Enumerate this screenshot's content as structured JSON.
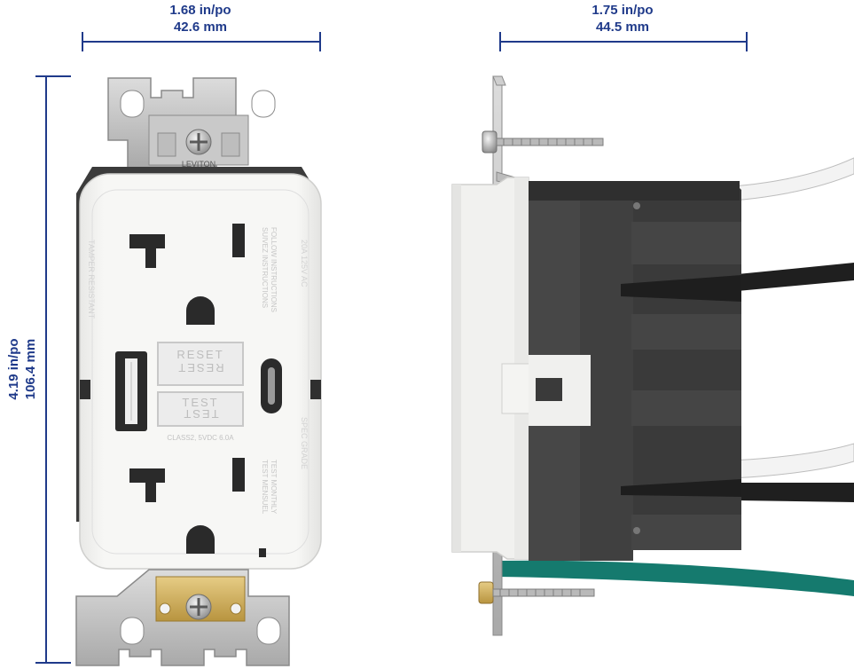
{
  "dimensions": {
    "front_width": {
      "imperial": "1.68 in/po",
      "metric": "42.6 mm"
    },
    "side_depth": {
      "imperial": "1.75 in/po",
      "metric": "44.5 mm"
    },
    "height": {
      "imperial": "4.19 in/po",
      "metric": "106.4 mm"
    }
  },
  "receptacle_markings": {
    "brand": "LEVITON",
    "reset": "RESET",
    "test": "TEST",
    "usb_rating": "CLASS2, 5VDC 6.0A",
    "follow_instructions": "FOLLOW INSTRUCTIONS",
    "suivez_instructions": "SUIVEZ INSTRUCTIONS",
    "test_monthly": "TEST MONTHLY",
    "test_mensuel": "TEST MENSUEL",
    "tamper_resistant": "TAMPER RESISTANT",
    "voltage_rating": "20A 125V AC",
    "grade": "SPEC GRADE"
  },
  "colors": {
    "dimension": "#1f3a8a",
    "receptacle_face": "#f4f4f2",
    "housing": "#3a3a3a",
    "ground_wire": "#157a6e"
  }
}
